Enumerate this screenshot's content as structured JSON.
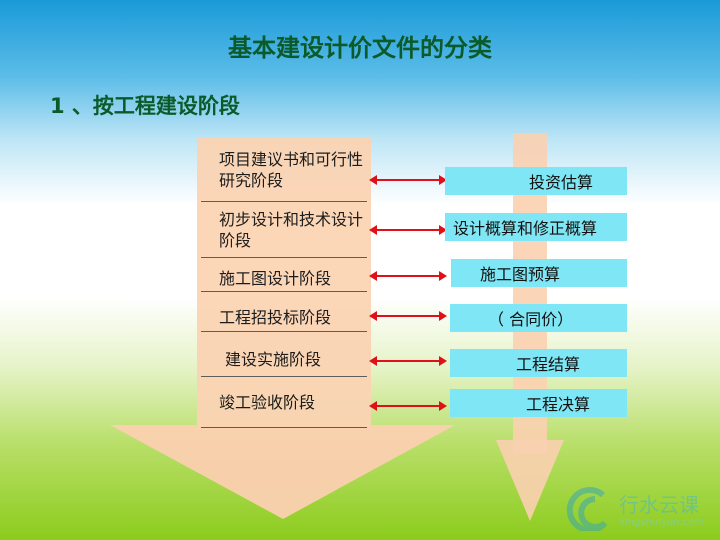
{
  "title": "基本建设计价文件的分类",
  "subtitle": "1 、按工程建设阶段",
  "stages": [
    "项目建议书和可行性研究阶段",
    "初步设计和技术设计阶段",
    "施工图设计阶段",
    "工程招投标阶段",
    "建设实施阶段",
    "竣工验收阶段"
  ],
  "documents": [
    "投资估算",
    "设计概算和修正概算",
    "施工图预算",
    "（ 合同价）",
    "工程结算",
    "工程决算"
  ],
  "watermark": {
    "name": "行水云课",
    "url": "xingshuiyun.com"
  }
}
